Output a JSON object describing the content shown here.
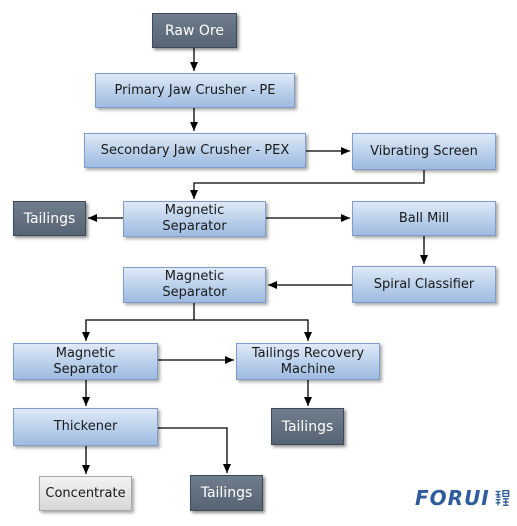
{
  "diagram": {
    "nodes": {
      "raw_ore": "Raw Ore",
      "primary_jaw_crusher": "Primary Jaw Crusher - PE",
      "secondary_jaw_crusher": "Secondary Jaw Crusher - PEX",
      "vibrating_screen": "Vibrating Screen",
      "magnetic_separator_1": "Magnetic\nSeparator",
      "tailings_1": "Tailings",
      "ball_mill": "Ball Mill",
      "spiral_classifier": "Spiral Classifier",
      "magnetic_separator_2": "Magnetic\nSeparator",
      "magnetic_separator_3": "Magnetic\nSeparator",
      "tailings_recovery_machine": "Tailings Recovery\nMachine",
      "thickener": "Thickener",
      "tailings_2": "Tailings",
      "concentrate": "Concentrate",
      "tailings_3": "Tailings"
    },
    "colors": {
      "process_box": "#b9cfea",
      "tailings_box": "#5f6d7c",
      "concentrate_box": "#e6e6e6",
      "arrow": "#000000",
      "logo": "#2f5c9c"
    }
  },
  "logo": {
    "text": "FORUI"
  }
}
